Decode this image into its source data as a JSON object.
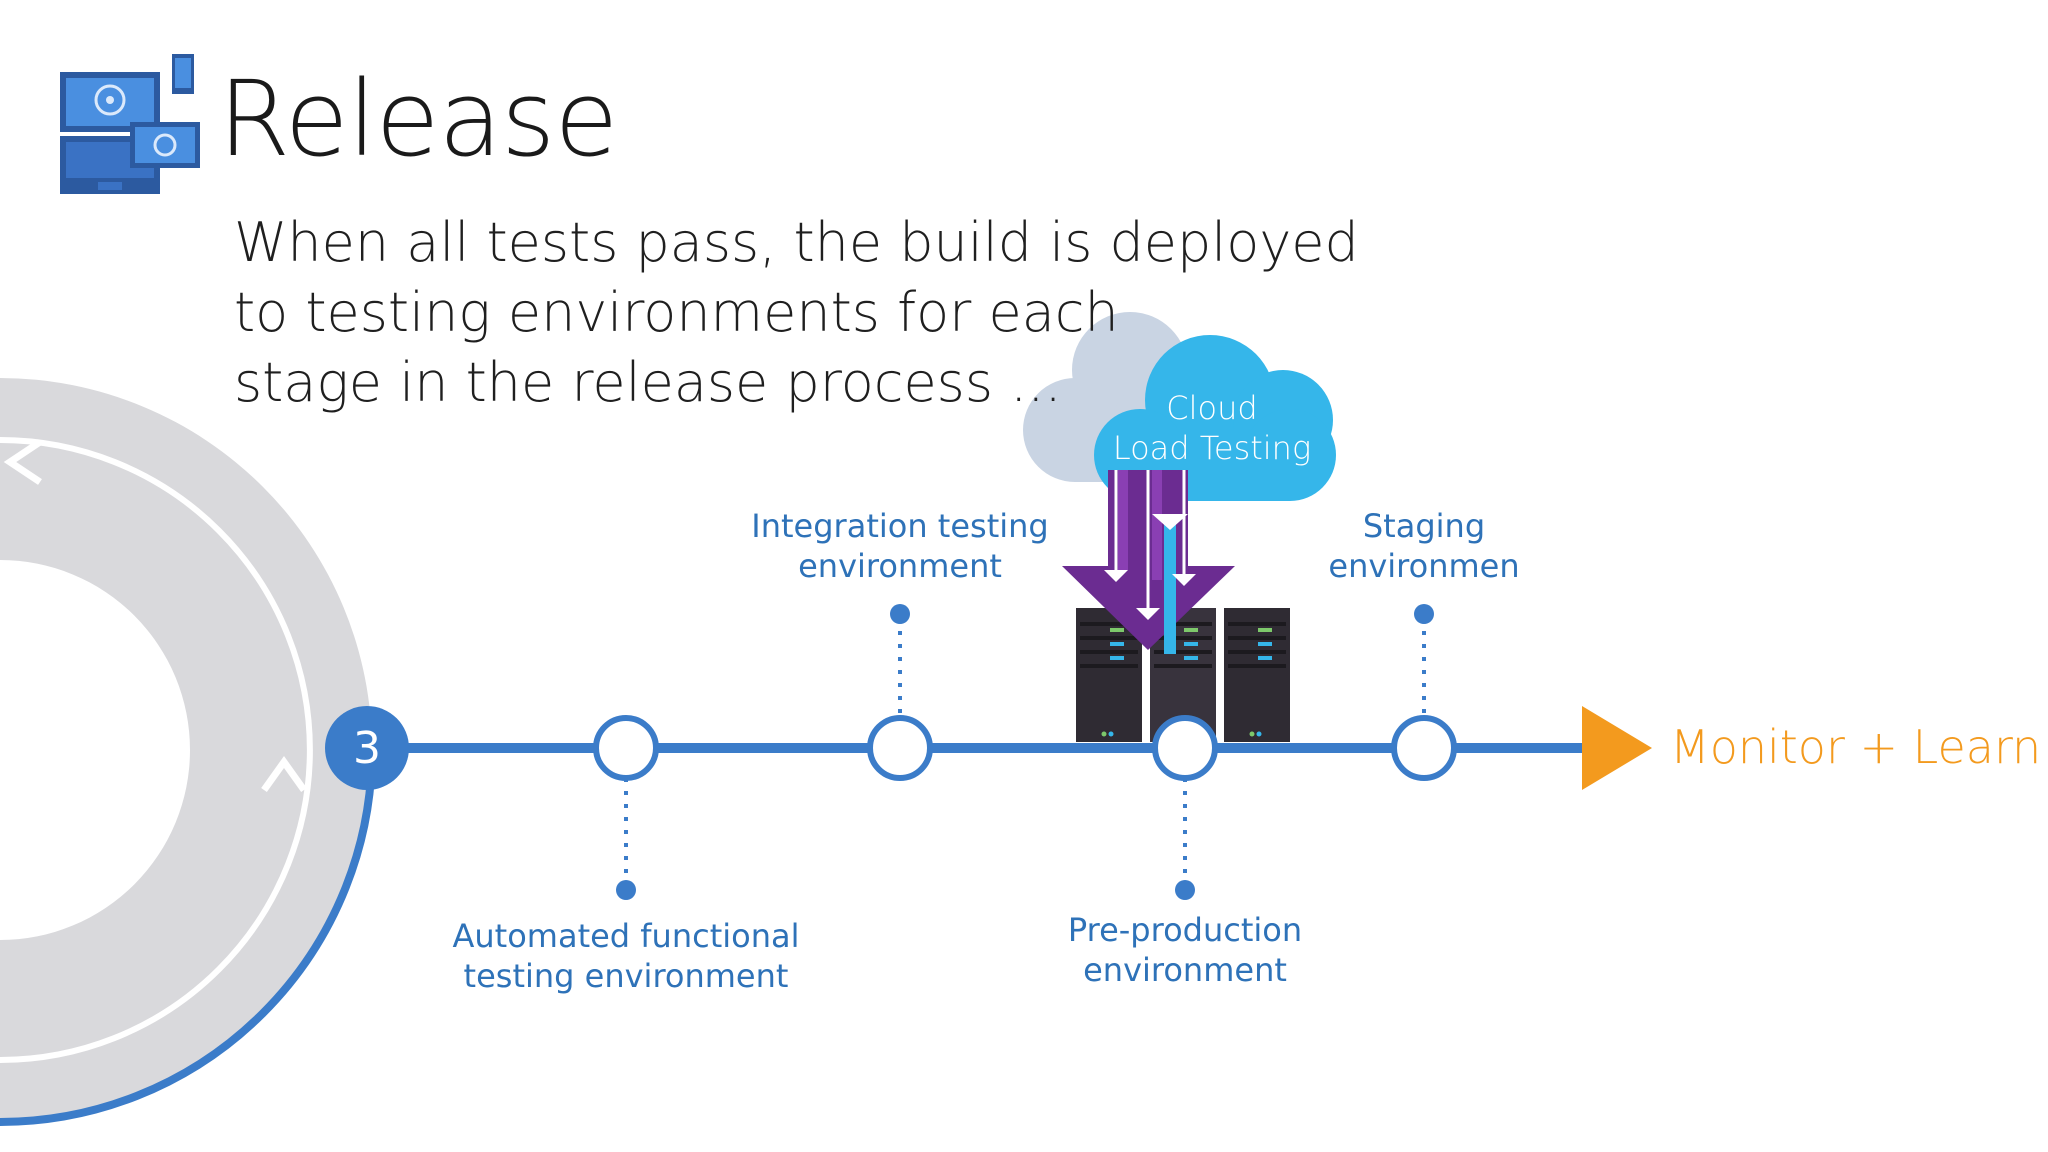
{
  "slide": {
    "title": "Release",
    "subtitle_lines": [
      "When all tests pass, the build is deployed",
      "to testing environments for each",
      "stage in the release process ..."
    ],
    "step_number": "3",
    "cloud": {
      "line1": "Cloud",
      "line2": "Load Testing"
    },
    "stages": [
      {
        "line1": "Automated functional",
        "line2": "testing environment"
      },
      {
        "line1": "Integration testing",
        "line2": "environment"
      },
      {
        "line1": "Pre-production",
        "line2": "environment"
      },
      {
        "line1": "Staging",
        "line2": "environmen"
      }
    ],
    "next_step": "Monitor + Learn"
  },
  "colors": {
    "accent_blue": "#3b7cc9",
    "label_blue": "#2e72b8",
    "cycle_gray": "#d9d9dc",
    "cloud_front": "#35b6ea",
    "cloud_back": "#c9d4e3",
    "arrow_purple": "#6b2c91",
    "server_dark": "#2f2b33",
    "orange": "#f39a1e"
  },
  "icons": {
    "devices": "devices-icon",
    "cloud": "cloud-icon",
    "servers": "server-rack-icon",
    "arrow": "play-arrow-icon"
  }
}
